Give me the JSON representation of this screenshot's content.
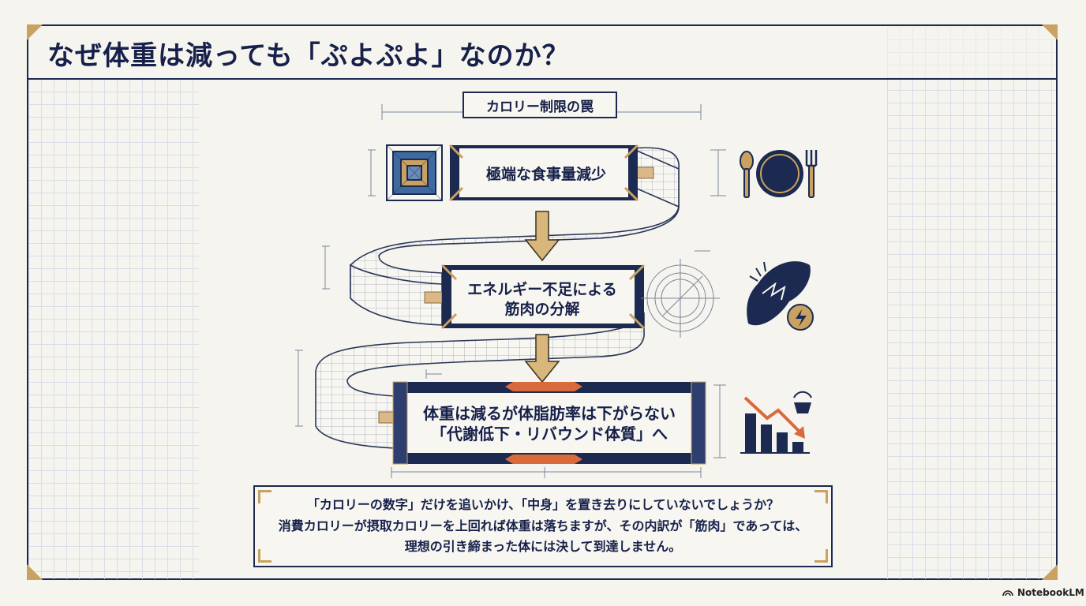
{
  "title": "なぜ体重は減っても「ぷよぷよ」なのか？",
  "diagram": {
    "header_label": "カロリー制限の罠",
    "steps": [
      {
        "line1": "極端な食事量減少",
        "line2": "",
        "icon": "plate-fork-spoon-icon"
      },
      {
        "line1": "エネルギー不足による",
        "line2": "筋肉の分解",
        "icon": "broken-muscle-icon"
      },
      {
        "line1": "体重は減るが体脂肪率は下がらない",
        "line2": "「代謝低下・リバウンド体質」へ",
        "icon": "declining-chart-icon"
      }
    ]
  },
  "message": {
    "line1": "「カロリーの数字」だけを追いかけ、「中身」を置き去りにしていないでしょうか？",
    "line2": "消費カロリーが摂取カロリーを上回れば体重は落ちますが、その内訳が「筋肉」であっては、",
    "line3": "理想の引き締まった体には決して到達しません。"
  },
  "brand": "NotebookLM",
  "colors": {
    "navy": "#1c2a52",
    "gold": "#c9a160",
    "orange": "#d86a3c",
    "cream": "#f5f4ee"
  }
}
